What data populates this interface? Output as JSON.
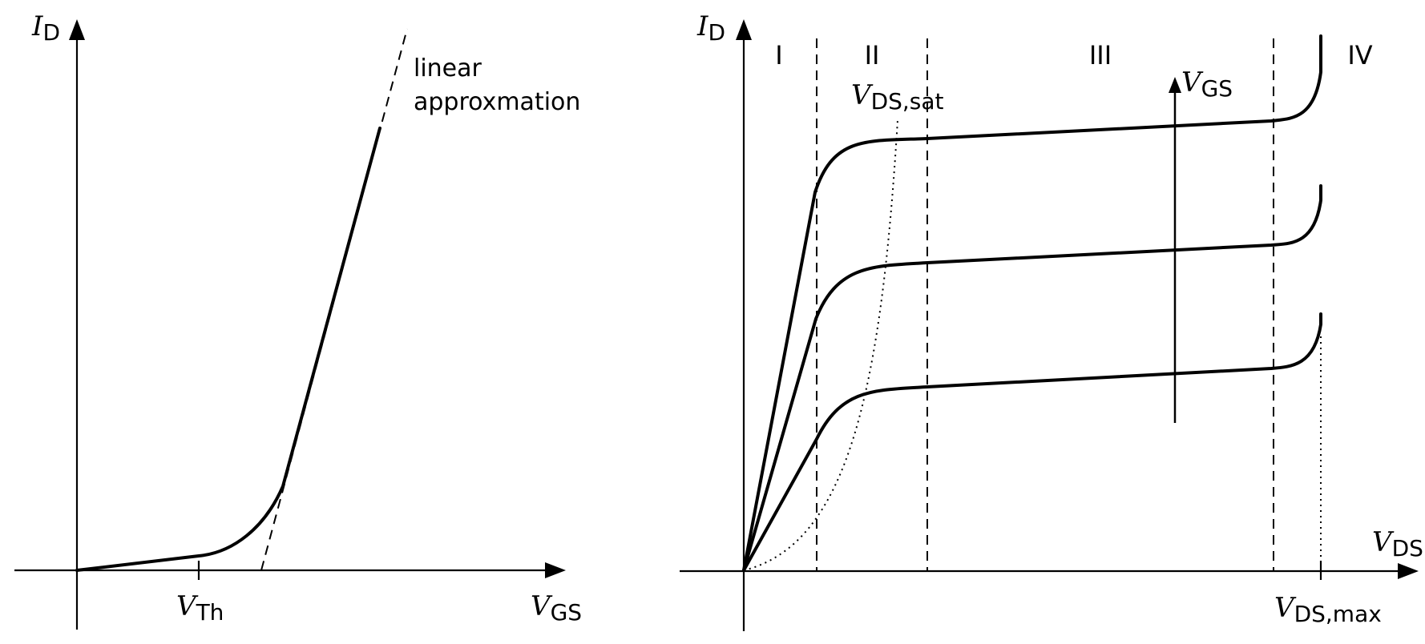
{
  "left_plot": {
    "y_axis": {
      "symbol": "I",
      "subscript": "D"
    },
    "x_axis": {
      "symbol": "V",
      "subscript": "GS"
    },
    "threshold_tick": {
      "symbol": "V",
      "subscript": "Th"
    },
    "annotation_line1": "linear",
    "annotation_line2": "approxmation"
  },
  "right_plot": {
    "y_axis": {
      "symbol": "I",
      "subscript": "D"
    },
    "x_axis": {
      "symbol": "V",
      "subscript": "DS"
    },
    "max_tick": {
      "symbol": "V",
      "subscript": "DS,max"
    },
    "sat_label": {
      "symbol": "V",
      "subscript": "DS,sat"
    },
    "vgs_arrow": {
      "symbol": "V",
      "subscript": "GS"
    },
    "regions": [
      "I",
      "II",
      "III",
      "IV"
    ]
  }
}
